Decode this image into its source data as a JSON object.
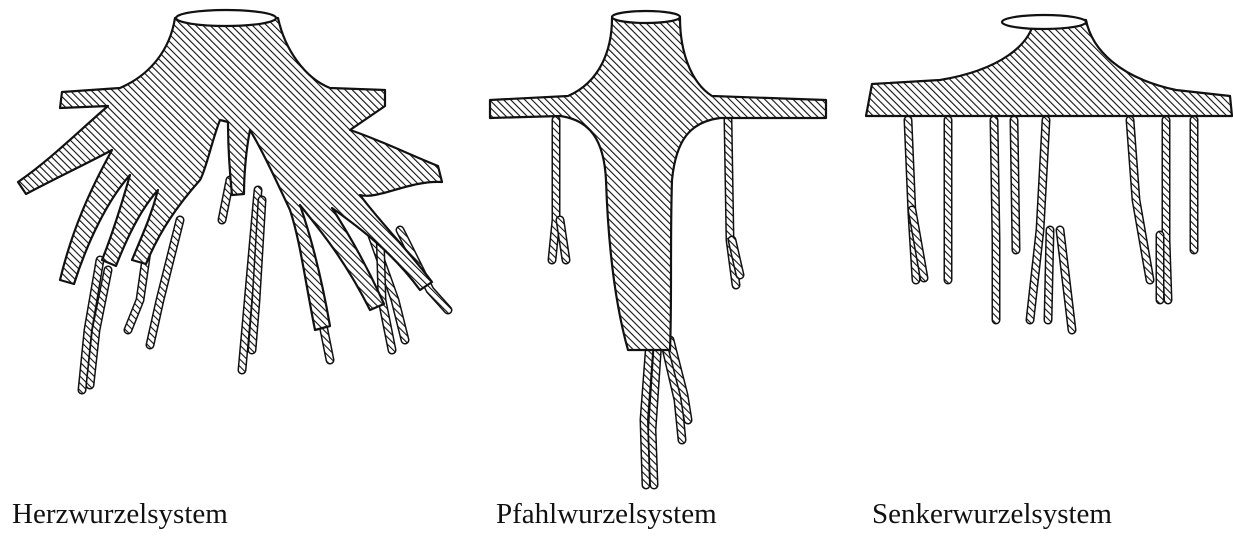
{
  "captions": {
    "heart": "Herzwurzelsystem",
    "tap": "Pfahlwurzelsystem",
    "sinker": "Senkerwurzelsystem"
  },
  "colors": {
    "ink": "#111111",
    "background": "#ffffff"
  }
}
